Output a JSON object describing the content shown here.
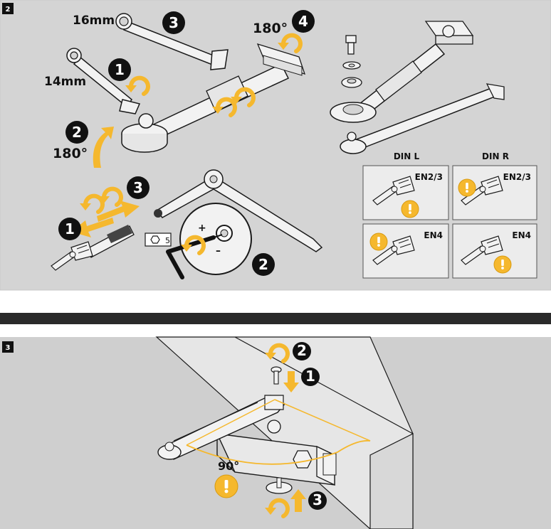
{
  "colors": {
    "panel_bg": "#d4d4d4",
    "panel2_bg": "#cfcfcf",
    "divider": "#2a2a2a",
    "accent_yellow": "#f5b82e",
    "line": "#1a1a1a",
    "part_fill": "#f2f2f2",
    "badge": "#111111"
  },
  "panel2": {
    "step_number": "2",
    "top_group": {
      "wrench_large": "16mm",
      "wrench_small": "14mm",
      "step_1": "1",
      "step_2": "2",
      "step_3": "3",
      "step_4": "4",
      "angle_2": "180°",
      "angle_4": "180°"
    },
    "mid_group": {
      "step_1": "1",
      "step_2": "2",
      "step_3": "3",
      "hex_key_size": "5",
      "plus_sign": "+",
      "minus_sign": "–"
    },
    "config_grid": {
      "col_left": "DIN L",
      "col_right": "DIN R",
      "cell_1": "EN2/3",
      "cell_2": "EN2/3",
      "cell_3": "EN4",
      "cell_4": "EN4",
      "warning_icon": "exclamation-warning-icon"
    }
  },
  "panel3": {
    "step_number": "3",
    "angle": "90°",
    "step_1": "1",
    "step_2": "2",
    "step_3": "3",
    "warning_icon": "exclamation-warning-icon"
  }
}
